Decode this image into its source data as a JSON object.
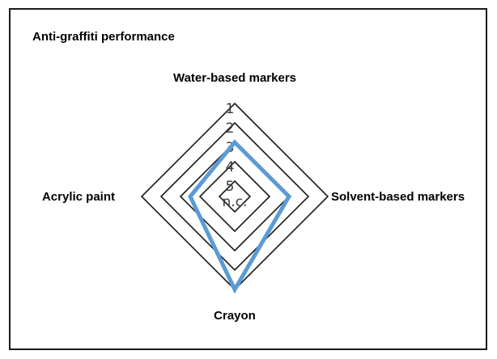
{
  "chart_data": {
    "type": "radar",
    "title": "Anti-graffiti performance",
    "axes": [
      "Water-based markers",
      "Solvent-based markers",
      "Crayon",
      "Acrylic paint"
    ],
    "scale_levels": [
      "1",
      "2",
      "3",
      "4",
      "5",
      "n.c."
    ],
    "scale_order": "1 outermost, n.c. innermost",
    "series": [
      {
        "values": [
          3,
          3,
          1,
          3.5
        ]
      }
    ],
    "colors": {
      "series": "#5b9bd5",
      "grid": "#1a1a1a",
      "frame": "#1a1a1a"
    },
    "grid": true,
    "legend": "none"
  }
}
